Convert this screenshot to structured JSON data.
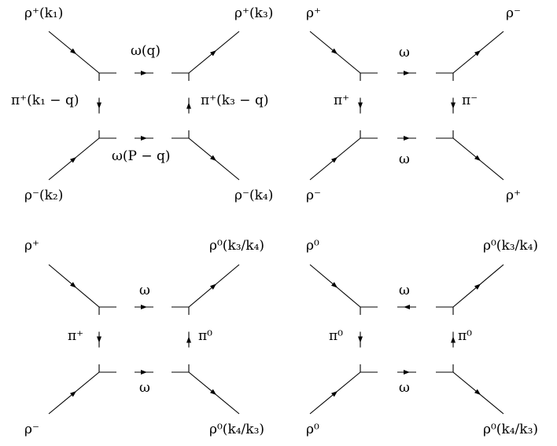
{
  "diagrams": [
    {
      "labels": {
        "top_left": "ρ⁺(k₁)",
        "top_right": "ρ⁺(k₃)",
        "bottom_left": "ρ⁻(k₂)",
        "bottom_right": "ρ⁻(k₄)",
        "top_prop": "ω(q)",
        "bottom_prop": "ω(P − q)",
        "left_prop": "π⁺(k₁ − q)",
        "right_prop": "π⁺(k₃ − q)"
      }
    },
    {
      "labels": {
        "top_left": "ρ⁺",
        "top_right": "ρ⁻",
        "bottom_left": "ρ⁻",
        "bottom_right": "ρ⁺",
        "top_prop": "ω",
        "bottom_prop": "ω",
        "left_prop": "π⁺",
        "right_prop": "π⁻"
      }
    },
    {
      "labels": {
        "top_left": "ρ⁺",
        "top_right": "ρ⁰(k₃/k₄)",
        "bottom_left": "ρ⁻",
        "bottom_right": "ρ⁰(k₄/k₃)",
        "top_prop": "ω",
        "bottom_prop": "ω",
        "left_prop": "π⁺",
        "right_prop": "π⁰"
      }
    },
    {
      "labels": {
        "top_left": "ρ⁰",
        "top_right": "ρ⁰(k₃/k₄)",
        "bottom_left": "ρ⁰",
        "bottom_right": "ρ⁰(k₄/k₃)",
        "top_prop": "ω",
        "bottom_prop": "ω",
        "left_prop": "π⁰",
        "right_prop": "π⁰"
      }
    }
  ]
}
